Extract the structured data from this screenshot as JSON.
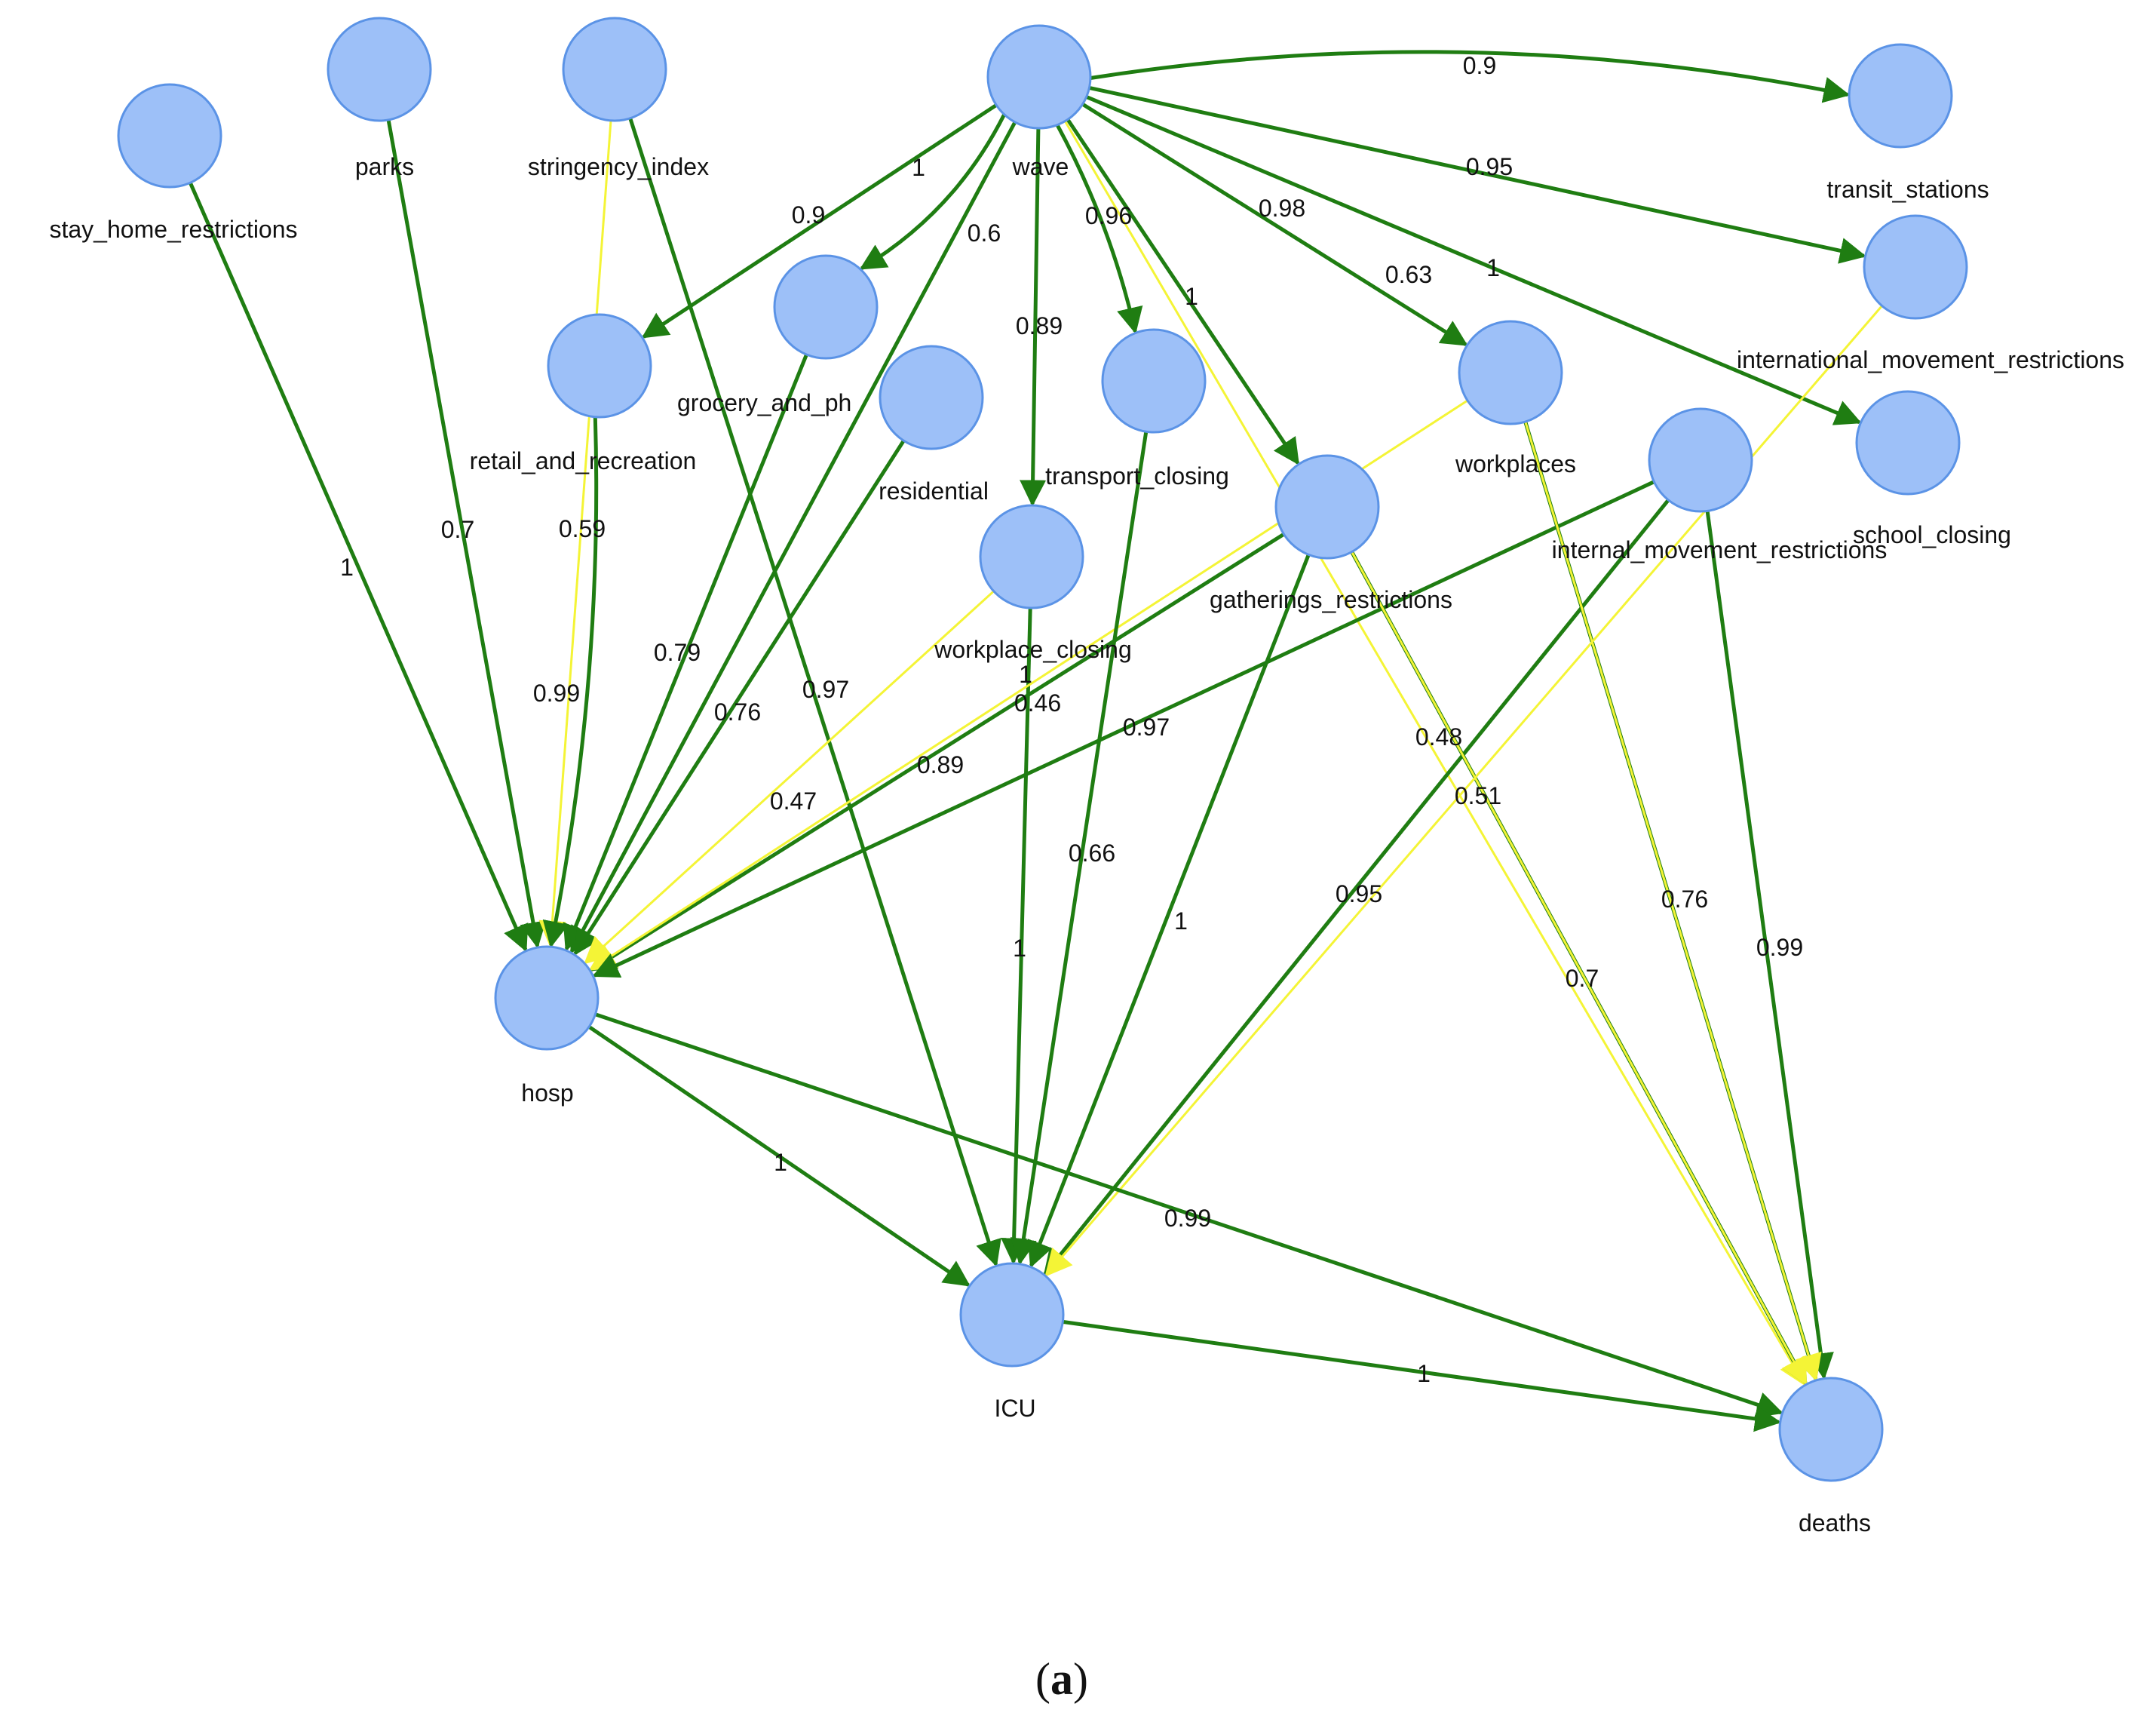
{
  "colors": {
    "strong": "#1f7d12",
    "weak": "#f4f436",
    "node_fill": "#9dc0f8",
    "node_stroke": "#5b93e6"
  },
  "caption": "(a)",
  "caption_bold": "a",
  "nodes": [
    {
      "id": "stay_home_restrictions",
      "label": "stay_home_restrictions"
    },
    {
      "id": "parks",
      "label": "parks"
    },
    {
      "id": "stringency_index",
      "label": "stringency_index"
    },
    {
      "id": "wave",
      "label": "wave"
    },
    {
      "id": "transit_stations",
      "label": "transit_stations"
    },
    {
      "id": "international_movement_restrictions",
      "label": "international_movement_restrictions"
    },
    {
      "id": "school_closing",
      "label": "school_closing"
    },
    {
      "id": "retail_and_recreation",
      "label": "retail_and_recreation"
    },
    {
      "id": "grocery_and_pharmacy",
      "label": "grocery_and_ph"
    },
    {
      "id": "residential",
      "label": "residential"
    },
    {
      "id": "transport_closing",
      "label": "transport_closing"
    },
    {
      "id": "workplaces",
      "label": "workplaces"
    },
    {
      "id": "internal_movement_restrictions",
      "label": "internal_movement_restrictions"
    },
    {
      "id": "gatherings_restrictions",
      "label": "gatherings_restrictions"
    },
    {
      "id": "workplace_closing",
      "label": "workplace_closing"
    },
    {
      "id": "hosp",
      "label": "hosp"
    },
    {
      "id": "ICU",
      "label": "ICU"
    },
    {
      "id": "deaths",
      "label": "deaths"
    }
  ],
  "edges": [
    {
      "from": "wave",
      "to": "transit_stations",
      "weight": "0.9",
      "strength": "strong"
    },
    {
      "from": "wave",
      "to": "international_movement_restrictions",
      "weight": "0.95",
      "strength": "strong"
    },
    {
      "from": "wave",
      "to": "school_closing",
      "weight": "1",
      "strength": "strong"
    },
    {
      "from": "wave",
      "to": "retail_and_recreation",
      "weight": "0.9",
      "strength": "strong"
    },
    {
      "from": "wave",
      "to": "grocery_and_pharmacy",
      "weight": "1",
      "strength": "strong"
    },
    {
      "from": "wave",
      "to": "workplace_closing",
      "weight": "0.89",
      "strength": "strong"
    },
    {
      "from": "wave",
      "to": "transport_closing",
      "weight": "0.96",
      "strength": "strong"
    },
    {
      "from": "wave",
      "to": "gatherings_restrictions",
      "weight": "1",
      "strength": "strong"
    },
    {
      "from": "wave",
      "to": "workplaces",
      "weight": "0.98",
      "strength": "strong"
    },
    {
      "from": "wave",
      "to": "hosp",
      "weight": "0.6",
      "strength": "strong"
    },
    {
      "from": "wave",
      "to": "deaths",
      "weight": "0.63",
      "strength": "weak"
    },
    {
      "from": "stay_home_restrictions",
      "to": "hosp",
      "weight": "1",
      "strength": "strong"
    },
    {
      "from": "parks",
      "to": "hosp",
      "weight": "0.7",
      "strength": "strong"
    },
    {
      "from": "stringency_index",
      "to": "hosp",
      "weight": "0.59",
      "strength": "weak"
    },
    {
      "from": "stringency_index",
      "to": "ICU",
      "weight": "0.97",
      "strength": "strong"
    },
    {
      "from": "retail_and_recreation",
      "to": "hosp",
      "weight": "0.99",
      "strength": "strong"
    },
    {
      "from": "grocery_and_pharmacy",
      "to": "hosp",
      "weight": "0.79",
      "strength": "strong"
    },
    {
      "from": "residential",
      "to": "hosp",
      "weight": "0.76",
      "strength": "strong"
    },
    {
      "from": "workplace_closing",
      "to": "hosp",
      "weight": "0.47",
      "strength": "weak"
    },
    {
      "from": "workplace_closing",
      "to": "ICU",
      "weight": "1",
      "strength": "strong"
    },
    {
      "from": "gatherings_restrictions",
      "to": "hosp",
      "weight": "0.89",
      "strength": "strong"
    },
    {
      "from": "gatherings_restrictions",
      "to": "ICU",
      "weight": "1",
      "strength": "strong"
    },
    {
      "from": "gatherings_restrictions",
      "to": "deaths",
      "weight": "0.51",
      "strength": "strong"
    },
    {
      "from": "workplaces",
      "to": "hosp",
      "weight": "0.46",
      "strength": "weak"
    },
    {
      "from": "workplaces",
      "to": "deaths",
      "weight": "0.76",
      "strength": "strong"
    },
    {
      "from": "internal_movement_restrictions",
      "to": "hosp",
      "weight": "0.97",
      "strength": "strong"
    },
    {
      "from": "internal_movement_restrictions",
      "to": "ICU",
      "weight": "0.95",
      "strength": "strong"
    },
    {
      "from": "internal_movement_restrictions",
      "to": "deaths",
      "weight": "0.99",
      "strength": "strong"
    },
    {
      "from": "international_movement_restrictions",
      "to": "ICU",
      "weight": "0.66",
      "strength": "weak"
    },
    {
      "from": "hosp",
      "to": "ICU",
      "weight": "1",
      "strength": "strong"
    },
    {
      "from": "hosp",
      "to": "deaths",
      "weight": "0.99",
      "strength": "strong"
    },
    {
      "from": "ICU",
      "to": "deaths",
      "weight": "1",
      "strength": "strong"
    },
    {
      "from": "gatherings_restrictions",
      "to": "deaths",
      "weight": "0.48",
      "strength": "weak"
    },
    {
      "from": "workplaces",
      "to": "deaths",
      "weight": "0.7",
      "strength": "weak"
    },
    {
      "from": "transport_closing",
      "to": "ICU",
      "weight": "1",
      "strength": "strong"
    }
  ]
}
